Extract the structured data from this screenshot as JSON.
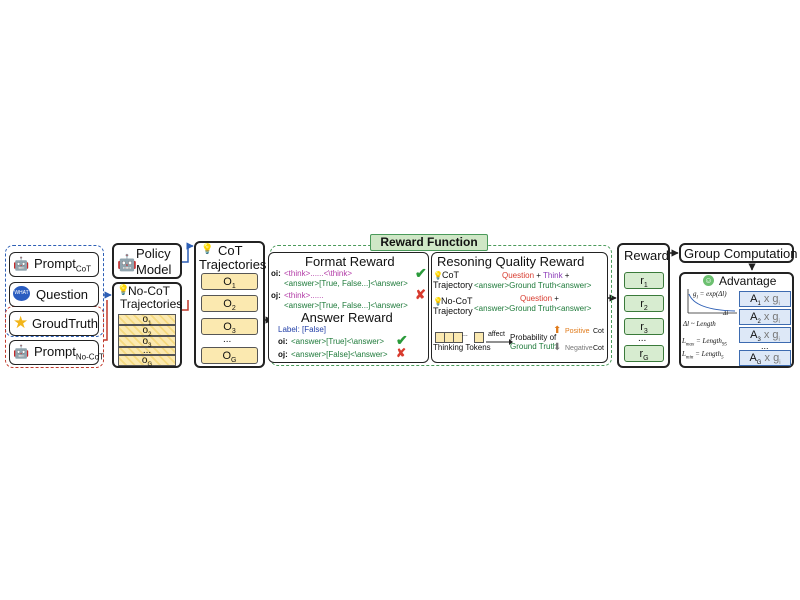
{
  "inputs": {
    "prompt_cot": "Prompt",
    "prompt_cot_sub": "CoT",
    "question": "Question",
    "ground_truth": "GroudTruth",
    "prompt_nocot": "Prompt",
    "prompt_nocot_sub": "No-CoT"
  },
  "policy": {
    "line1": "Policy",
    "line2": "Model"
  },
  "nocot": {
    "title1": "No-CoT",
    "title2": "Trajectories",
    "items": [
      "o",
      "o",
      "o",
      "...",
      "o"
    ],
    "subs": [
      "1",
      "2",
      "3",
      "",
      "G"
    ]
  },
  "cot": {
    "title1": "CoT",
    "title2": "Trajectories",
    "items": [
      "O",
      "O",
      "O",
      "...",
      "O"
    ],
    "subs": [
      "1",
      "2",
      "3",
      "",
      "G"
    ]
  },
  "reward_function": {
    "title": "Reward Function"
  },
  "format_reward": {
    "title": "Format Reward",
    "oi_label": "oi:",
    "oi_think": "<think>......<\\think>",
    "oi_answer": "<answer>[True, False...]<\\answer>",
    "oj_label": "oj:",
    "oj_think": "<think>......",
    "oj_answer": "<answer>[True, False...]<\\answer>"
  },
  "answer_reward": {
    "title": "Answer Reward",
    "label": "Label: [False]",
    "oi_label": "oi:",
    "oi_text": "<answer>[True]<\\answer>",
    "oj_label": "oj:",
    "oj_text": "<answer>[False]<\\answer>"
  },
  "reasoning_reward": {
    "title": "Resoning Quality Reward",
    "cot_traj1": "CoT",
    "cot_traj2": "Trajectory",
    "cot_q": "Question",
    "cot_plus1": " + ",
    "cot_think": "Think",
    "cot_plus2": " +",
    "cot_gt": "<answer>Ground Truth<answer>",
    "nocot_traj1": "No-CoT",
    "nocot_traj2": "Trajectory",
    "nocot_q": "Question",
    "nocot_plus": " +",
    "nocot_gt": "<answer>Ground Truth<answer>",
    "thinking_tokens": "Thinking Tokens",
    "affect": "affect",
    "prob1": "Probability of",
    "prob2": "Ground Truth",
    "positive": "Positive",
    "negative": "Negative",
    "cot": "Cot"
  },
  "reward": {
    "title": "Reward",
    "items": [
      "r",
      "r",
      "r",
      "...",
      "r"
    ],
    "subs": [
      "1",
      "2",
      "3",
      "",
      "G"
    ]
  },
  "group": {
    "title": "Group Computation",
    "advantage": "Advantage",
    "formula_g": "g",
    "formula_g_sub": "l",
    "formula_g_rest": " = exp(Δl)",
    "delta_l": "Δl",
    "delta_eq": "Δl ~ Length",
    "lmax": "L",
    "lmax_sub": "max",
    "lmax_rest": " = Length",
    "lmax_sub2": "95",
    "lmin": "L",
    "lmin_sub": "min",
    "lmin_rest": " = Length",
    "lmin_sub2": "5",
    "adv_items": [
      "A",
      "A",
      "A",
      "...",
      "A"
    ],
    "adv_subs": [
      "1",
      "2",
      "3",
      "",
      "G"
    ],
    "times": "x",
    "g_items": [
      "g",
      "g",
      "g",
      "",
      "g"
    ],
    "g_subs": [
      "i",
      "i",
      "i",
      "",
      "i"
    ]
  },
  "icons": [
    "robot-icon",
    "what-bubble-icon",
    "star-icon",
    "lightbulb-icon",
    "smiley-icon",
    "check-icon",
    "cross-icon",
    "arrow-up-icon",
    "arrow-down-icon"
  ],
  "colors": {
    "blue_dash": "#2d5fb5",
    "red_dash": "#c0392b",
    "green_dash": "#4a9a5a",
    "yellow": "#fbe9b0",
    "green_cell": "#d7ecd0",
    "blue_cell": "#dde8f7"
  }
}
